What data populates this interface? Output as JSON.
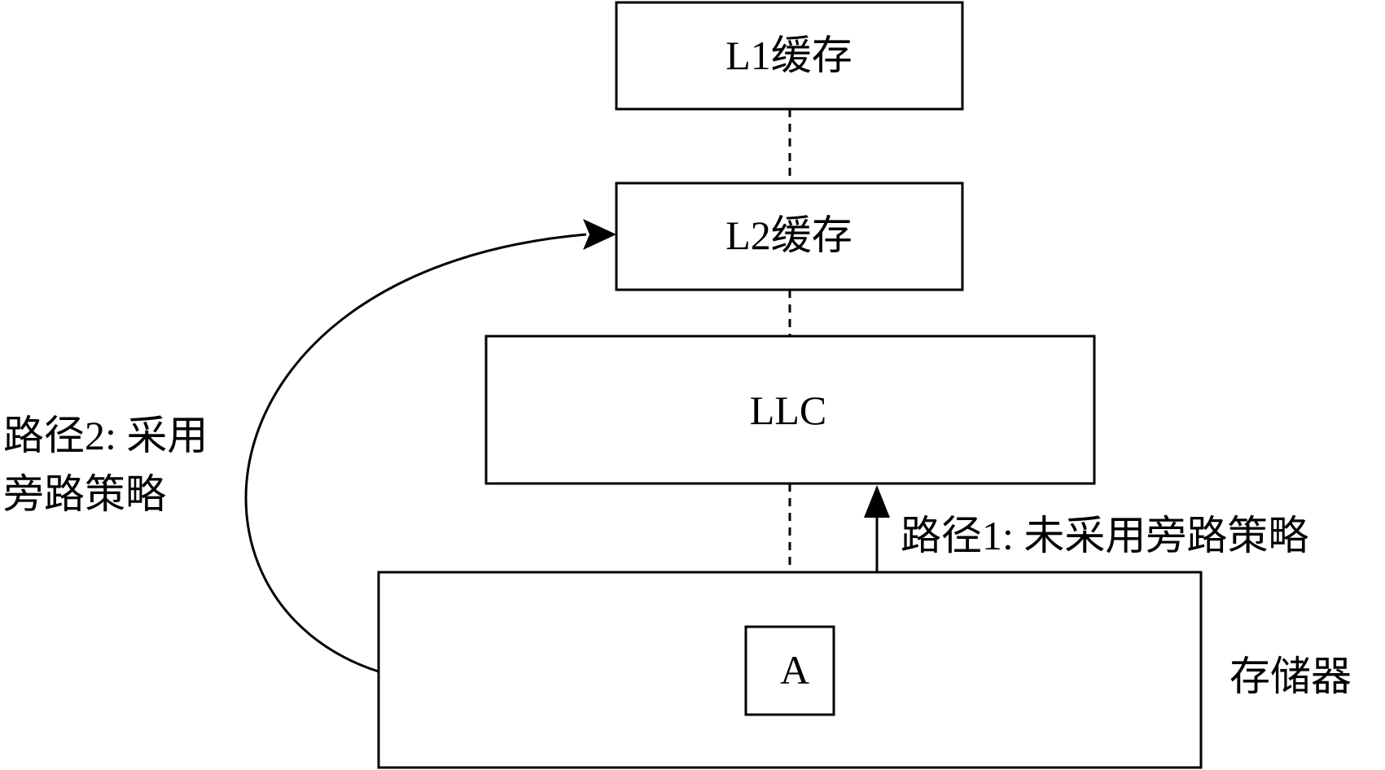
{
  "boxes": {
    "l1": "L1缓存",
    "l2": "L2缓存",
    "llc": "LLC",
    "block": "A"
  },
  "labels": {
    "memory": "存储器",
    "path1": "路径1: 未采用旁路策略",
    "path2_line1": "路径2: 采用",
    "path2_line2": "旁路策略"
  },
  "colors": {
    "stroke": "#000000",
    "fill": "#ffffff"
  }
}
